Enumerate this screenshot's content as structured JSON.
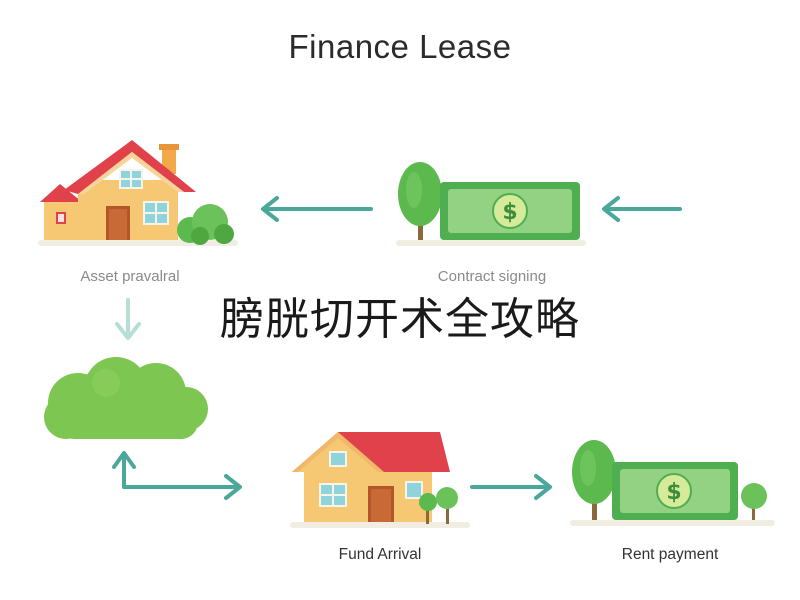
{
  "diagram": {
    "title": "Finance Lease",
    "overlay_text": "膀胱切开术全攻略",
    "steps": [
      {
        "label": "Asset pravalral"
      },
      {
        "label": "Contract signing"
      },
      {
        "label": "Fund Arrival"
      },
      {
        "label": "Rent payment"
      }
    ],
    "colors": {
      "arrow_teal": "#4aa89a",
      "arrow_light": "#b8dcd6",
      "roof_red": "#e0414b",
      "house_wall": "#f6c873",
      "door_brown": "#b4562a",
      "window_teal": "#8fd3dc",
      "tree_green": "#5cb94d",
      "cloud_green": "#7cc651",
      "money_green": "#4fae4f",
      "money_light": "#93d183"
    }
  }
}
